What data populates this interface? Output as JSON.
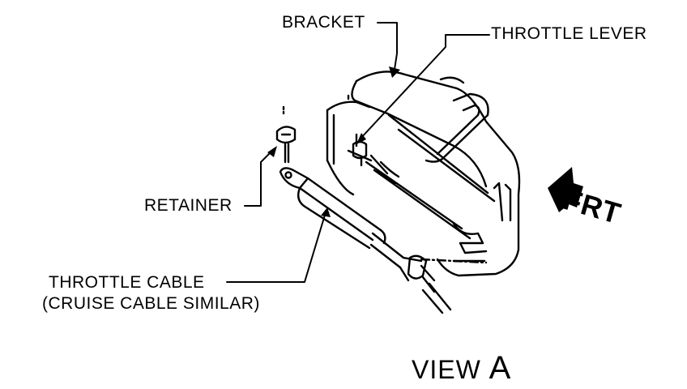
{
  "labels": {
    "bracket": "BRACKET",
    "throttle_lever": "THROTTLE LEVER",
    "retainer": "RETAINER",
    "throttle_cable": "THROTTLE CABLE",
    "cruise_cable": "(CRUISE CABLE SIMILAR)",
    "view_prefix": "VIEW ",
    "view_letter": "A",
    "front": "FRT"
  },
  "colors": {
    "ink": "#000000",
    "paper": "#ffffff"
  },
  "icons": {
    "front_direction": "arrow-left-icon"
  }
}
